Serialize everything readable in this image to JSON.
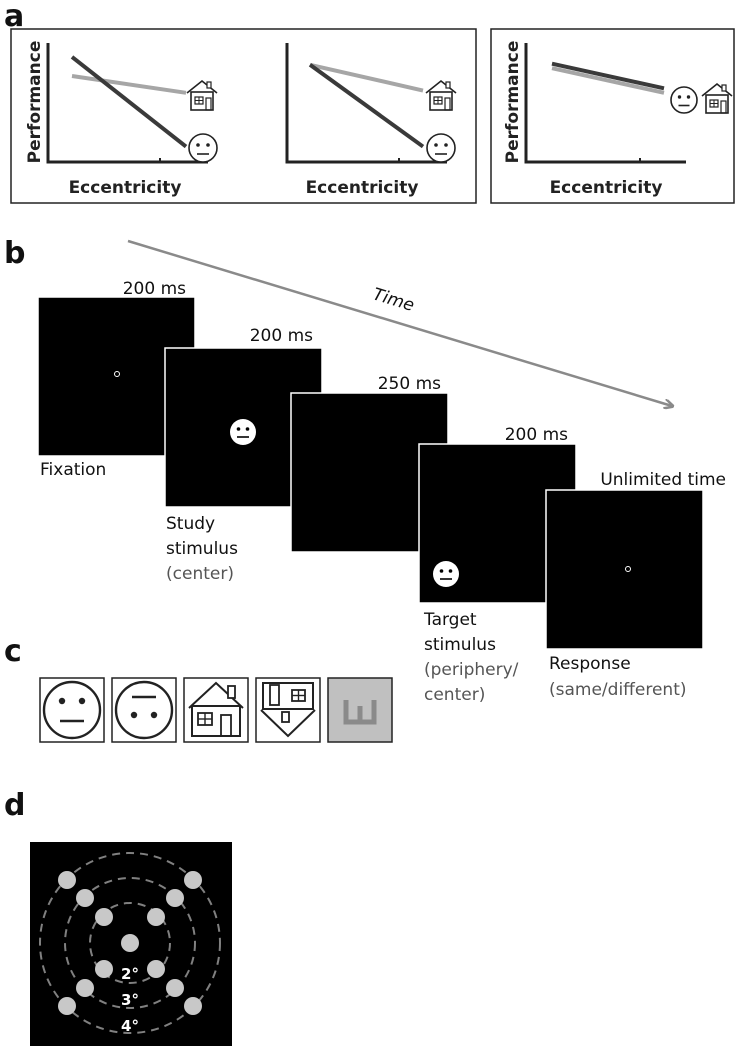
{
  "panels": {
    "a": "a",
    "b": "b",
    "c": "c",
    "d": "d"
  },
  "panel_a": {
    "y_label": "Performance",
    "x_label": "Eccentricity",
    "colors": {
      "face_line": "#3a3a3a",
      "house_line": "#a6a6a6"
    },
    "plots": [
      {
        "face": {
          "start": 0.92,
          "end": 0.12
        },
        "house": {
          "start": 0.75,
          "end": 0.6
        }
      },
      {
        "face": {
          "start": 0.85,
          "end": 0.12
        },
        "house": {
          "start": 0.85,
          "end": 0.62
        }
      },
      {
        "face": {
          "start": 0.86,
          "end": 0.64
        },
        "house": {
          "start": 0.82,
          "end": 0.6
        }
      }
    ]
  },
  "panel_b": {
    "time_label": "Time",
    "screens": [
      {
        "duration": "200 ms",
        "caption": [
          "Fixation"
        ],
        "sub": [],
        "content": "fixation"
      },
      {
        "duration": "200 ms",
        "caption": [
          "Study",
          "stimulus"
        ],
        "sub": [
          "(center)"
        ],
        "content": "face-center"
      },
      {
        "duration": "250 ms",
        "caption": [],
        "sub": [],
        "content": "blank"
      },
      {
        "duration": "200 ms",
        "caption": [
          "Target",
          "stimulus"
        ],
        "sub": [
          "(periphery/",
          "center)"
        ],
        "content": "face-periphery"
      },
      {
        "duration": "Unlimited time",
        "caption": [
          "Response"
        ],
        "sub": [
          "(same/different)"
        ],
        "content": "fixation"
      }
    ]
  },
  "panel_c": {
    "stimuli": [
      "normal-face-icon",
      "scrambled-face-icon",
      "normal-house-icon",
      "scrambled-house-icon",
      "letter-e-icon"
    ]
  },
  "panel_d": {
    "eccentricities": [
      "2°",
      "3°",
      "4°"
    ]
  }
}
